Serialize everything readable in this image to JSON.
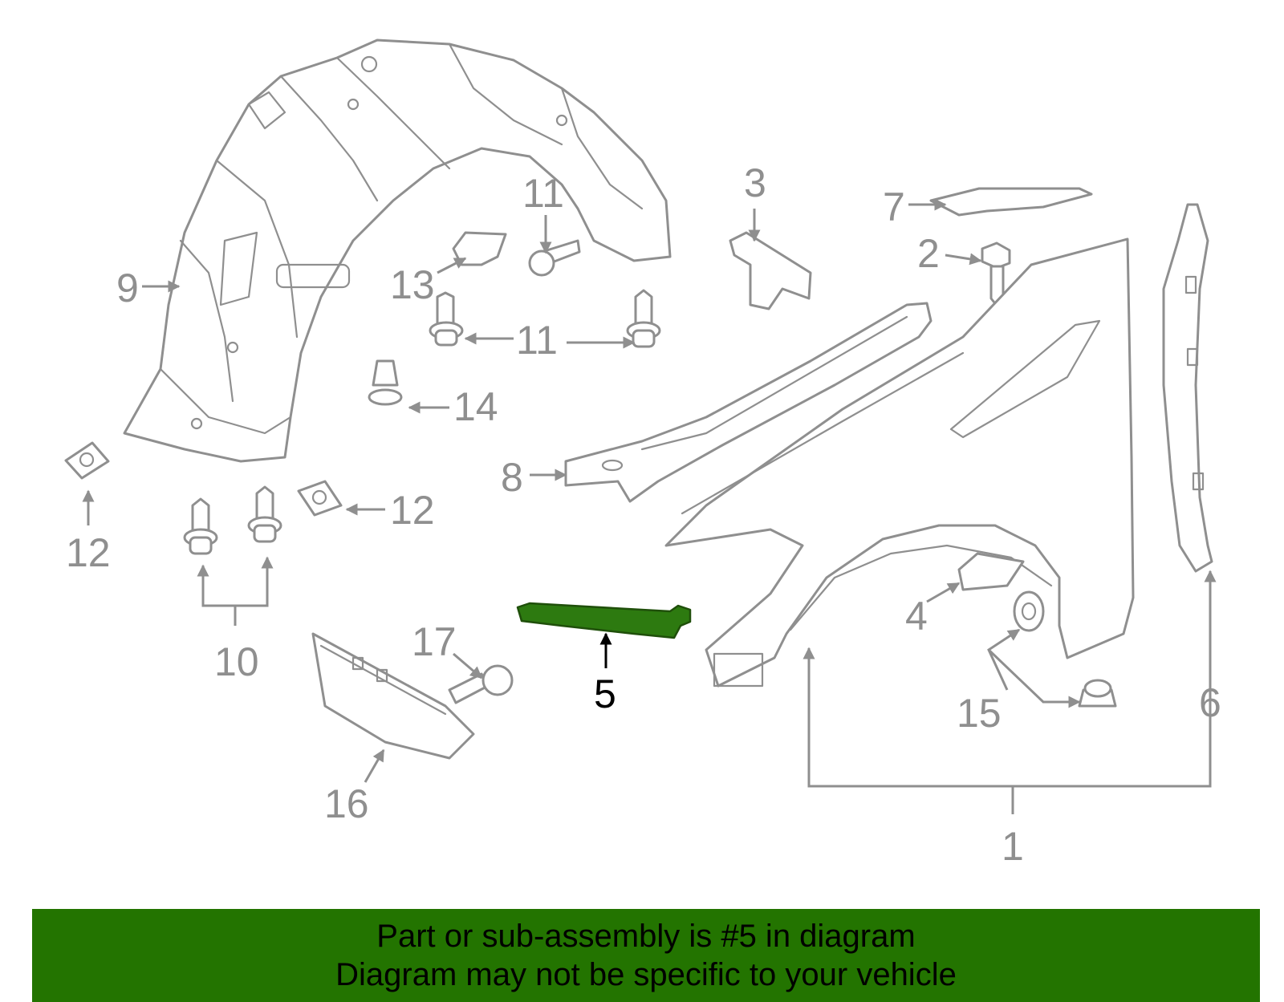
{
  "callouts": {
    "c1": "1",
    "c2": "2",
    "c3": "3",
    "c4": "4",
    "c5": "5",
    "c6": "6",
    "c7": "7",
    "c8": "8",
    "c9": "9",
    "c10": "10",
    "c11a": "11",
    "c11b": "11",
    "c12a": "12",
    "c12b": "12",
    "c13": "13",
    "c14": "14",
    "c15": "15",
    "c16": "16",
    "c17": "17"
  },
  "highlight_color": "#2d7a10",
  "banner": {
    "line1": "Part or sub-assembly is #5 in diagram",
    "line2": "Diagram may not be specific to your vehicle",
    "color": "#237400"
  }
}
